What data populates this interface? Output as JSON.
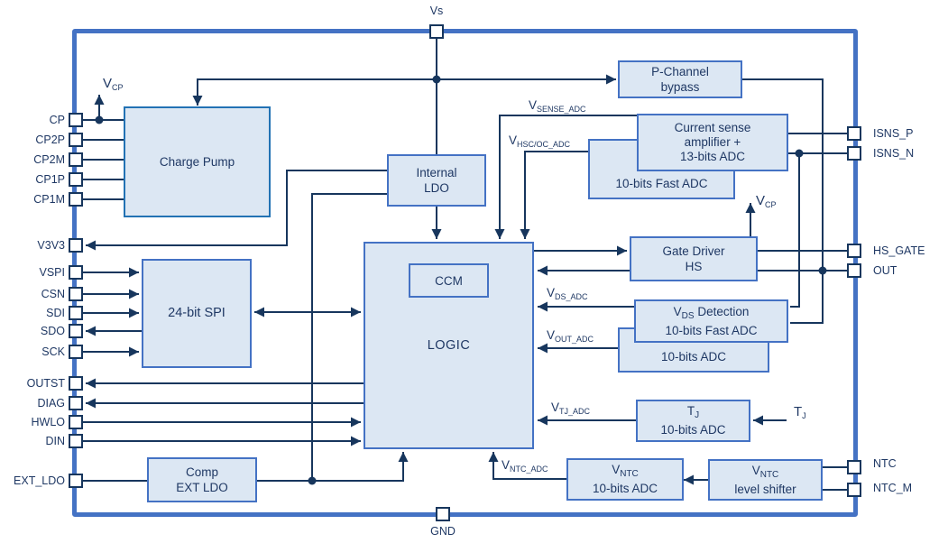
{
  "colors": {
    "outer_border": "#4472C4",
    "block_border": "#4472C4",
    "charge_pump_border": "#2272B4",
    "block_fill": "#DCE7F3",
    "wire": "#17365D",
    "text": "#1F3864"
  },
  "pins": {
    "top": "Vs",
    "bottom": "GND",
    "left": [
      "CP",
      "CP2P",
      "CP2M",
      "CP1P",
      "CP1M",
      "V3V3",
      "VSPI",
      "CSN",
      "SDI",
      "SDO",
      "SCK",
      "OUTST",
      "DIAG",
      "HWLO",
      "DIN",
      "EXT_LDO"
    ],
    "right": [
      "ISNS_P",
      "ISNS_N",
      "HS_GATE",
      "OUT",
      "NTC",
      "NTC_M"
    ]
  },
  "blocks": {
    "charge_pump": {
      "line1": "Charge Pump"
    },
    "internal_ldo": {
      "line1": "Internal",
      "line2": "LDO"
    },
    "p_channel": {
      "line1": "P-Channel",
      "line2": "bypass"
    },
    "current_sense": {
      "line1": "Current sense",
      "line2": "amplifier +",
      "line3": "13-bits ADC"
    },
    "fast_adc": {
      "line1": "10-bits Fast ADC"
    },
    "gate_driver": {
      "line1": "Gate Driver",
      "line2": "HS"
    },
    "logic": {
      "line1": "LOGIC"
    },
    "ccm": {
      "line1": "CCM"
    },
    "spi": {
      "line1": "24-bit SPI"
    },
    "vds_detection": {
      "line1_main": "V",
      "line1_sub": "DS",
      "line1_rest": " Detection",
      "line2": "10-bits Fast ADC"
    },
    "adc_10bit": {
      "line1": "10-bits ADC"
    },
    "tj_adc": {
      "line1_main": "T",
      "line1_sub": "J",
      "line2": "10-bits ADC"
    },
    "vntc_adc": {
      "line1_main": "V",
      "line1_sub": "NTC",
      "line2": "10-bits ADC"
    },
    "vntc_shifter": {
      "line1_main": "V",
      "line1_sub": "NTC",
      "line2": "level shifter"
    },
    "comp_ext_ldo": {
      "line1": "Comp",
      "line2": "EXT LDO"
    }
  },
  "signals": {
    "vcp_left": {
      "main": "V",
      "sub": "CP"
    },
    "vcp_right": {
      "main": "V",
      "sub": "CP"
    },
    "vsense_adc": {
      "main": "V",
      "sub": "SENSE_ADC"
    },
    "vhscoc_adc": {
      "main": "V",
      "sub": "HSC/OC_ADC"
    },
    "vds_adc": {
      "main": "V",
      "sub": "DS_ADC"
    },
    "vout_adc": {
      "main": "V",
      "sub": "OUT_ADC"
    },
    "vtj_adc": {
      "main": "V",
      "sub": "TJ_ADC"
    },
    "vntc_adc": {
      "main": "V",
      "sub": "NTC_ADC"
    },
    "tj": {
      "main": "T",
      "sub": "J"
    }
  }
}
